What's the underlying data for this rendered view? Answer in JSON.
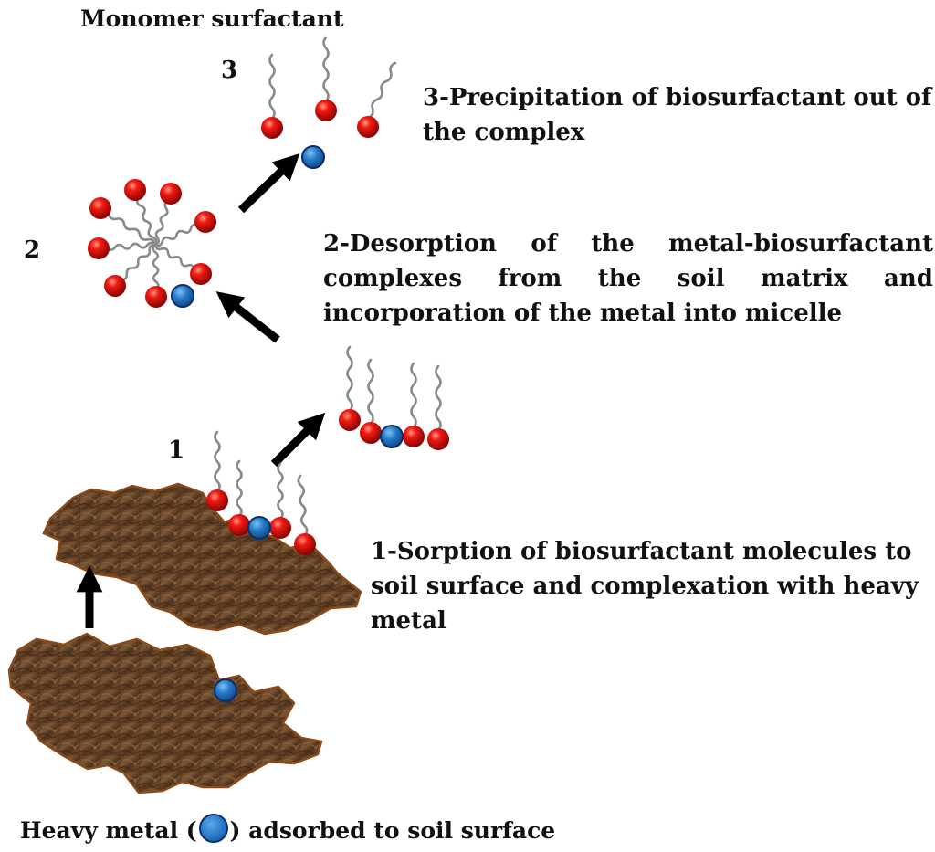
{
  "header": {
    "title": "Monomer surfactant"
  },
  "steps": [
    {
      "number": "1",
      "label": "1-Sorption of biosurfactant molecules to soil surface and complexation with heavy metal"
    },
    {
      "number": "2",
      "label_line1": "2-Desorption of the metal-biosurfactant",
      "label_rest": "complexes from the soil matrix and incorporation of the metal into micelle"
    },
    {
      "number": "3",
      "label": "3-Precipitation of biosurfactant out of the complex"
    }
  ],
  "caption": {
    "before": "Heavy metal (",
    "after": ") adsorbed to soil surface"
  },
  "colors": {
    "surfactant_head": "#e01010",
    "metal_ion": "#1f6fc0",
    "soil": "#6b4a2b",
    "soil_edge": "#8a4a1a",
    "tail": "#8c8c8c",
    "arrow": "#000000"
  },
  "icons": {
    "surfactant": "red-sphere-with-tail",
    "metal": "blue-sphere",
    "arrow": "black-arrow"
  }
}
